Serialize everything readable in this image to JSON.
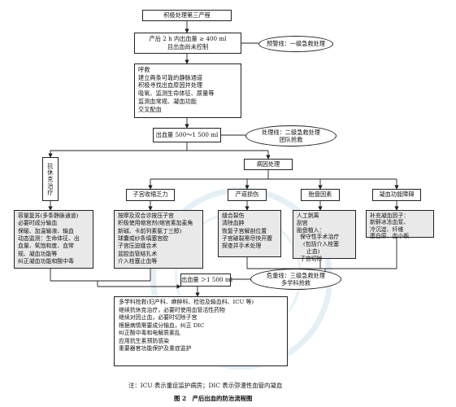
{
  "top_box": "积极处理第三产程",
  "box2": [
    "产后 2 h 内出血量 ≥ 400 ml",
    "且出血尚未控制"
  ],
  "oval_warning": "预警线：一级急救处理",
  "box3": [
    "呼救",
    "建立两条可靠的静脉通道",
    "积极寻找出血原因并处理",
    "吸氧、监测生命体征、尿量等",
    "监测血常规、凝血功能",
    "交叉配血"
  ],
  "box4": "出血量 500～1 500 ml",
  "oval_treat": [
    "处理线：二级急救处理",
    "团队抢救"
  ],
  "left_col_title": "抗休克治疗",
  "left_col_text": [
    "容量复苏(多条静脉通道)",
    "必要时成分输血",
    "保暖、加温输液、输血",
    "动态监测：生命体征、出",
    "血量、氧饱和度、血常",
    "规、凝血功能等",
    "纠正凝血功能和酸中毒"
  ],
  "cause_box": "病因处理",
  "cause_titles": [
    "子宫收缩乏力",
    "产道损伤",
    "胎盘因素",
    "凝血功能障碍"
  ],
  "cause_texts": [
    [
      "按摩及双合诊按压子宫",
      "积极使用缩宫剂(缩宫素加麦角",
      "新碱、卡前列素氨丁三醇)",
      "球囊或纱条填塞宫腔",
      "子宫压迫缝合术",
      "盆腔血管结扎术",
      "介入栓塞止血等"
    ],
    [
      "缝合裂伤",
      "清除血肿",
      "恢复子宫解剖位置",
      "子宫破裂需尽快开腹",
      "探查并手术处理"
    ],
    [
      "人工剥离",
      "刮宫",
      "胎盘植入：",
      "保守性手术治疗",
      "(包括介入栓塞",
      "止血)",
      "子宫切除"
    ],
    [
      "补充凝血因子：",
      "新鲜冰冻血浆、",
      "冷沉淀、纤维",
      "蛋白原、血小板"
    ]
  ],
  "box_1500": "出血量 ＞1 500 ml",
  "oval_critical": [
    "危重线：三级急救处理",
    "多学科抢救"
  ],
  "final_box": [
    "多学科抢救(妇产科、麻醉科、检验及输血科、ICU 等)",
    "继续抗休克治疗，必要时使用血管活性药物",
    "继续对因止血，必要时切除子宫",
    "根据病情需要成分输血，纠正 DIC",
    "纠正酸中毒和电解质紊乱",
    "应用抗生素预防感染",
    "重要器官功能保护及重症监护"
  ],
  "note": "注：ICU 表示重症监护病房；DIC 表示弥漫性血管内凝血",
  "figure_caption": "图 2　产后出血的防治流程图"
}
